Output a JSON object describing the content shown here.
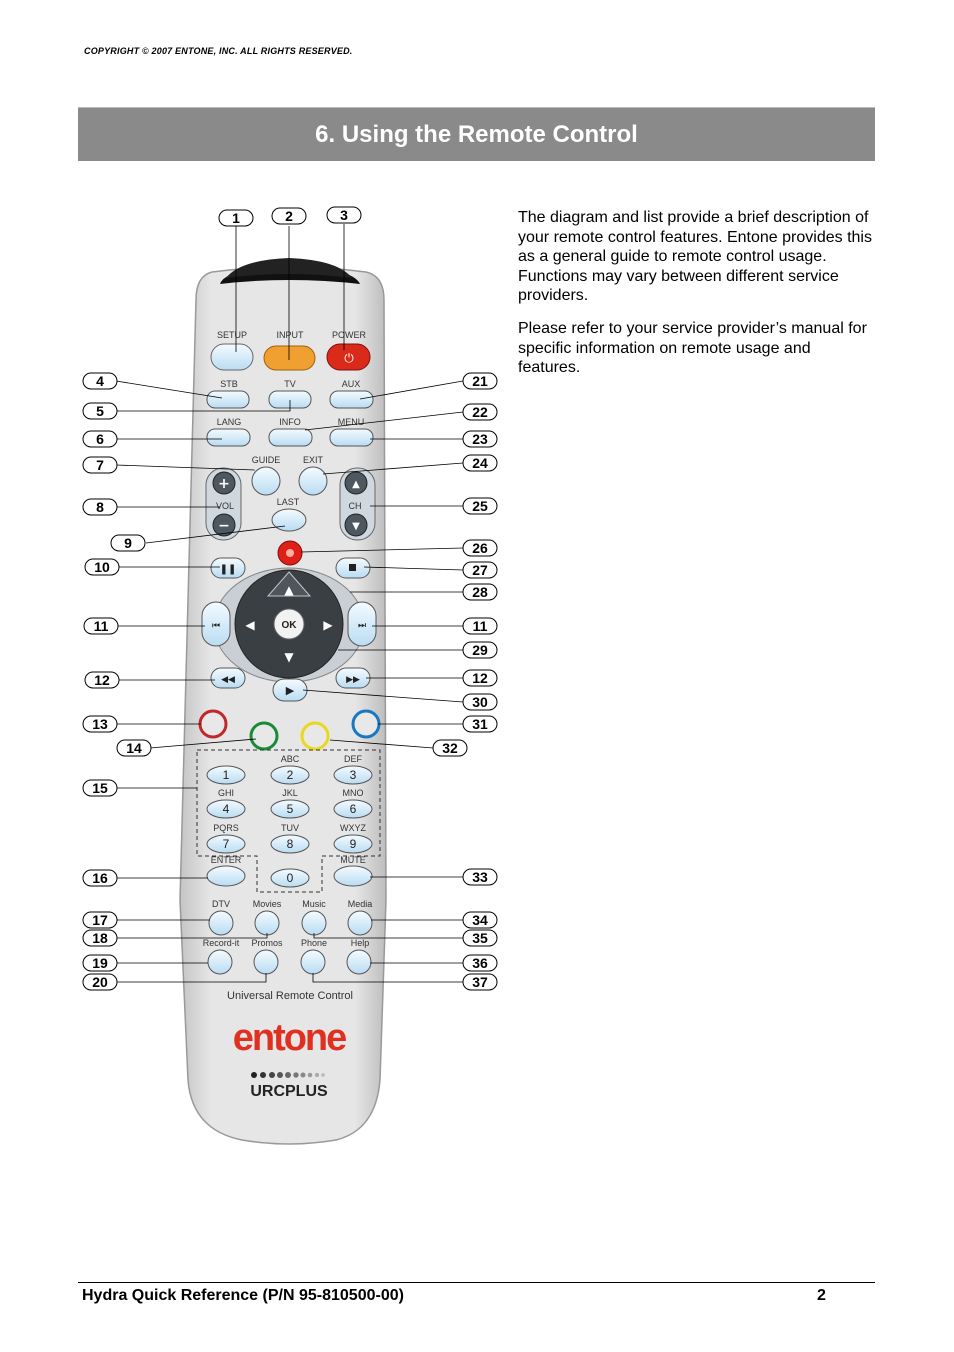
{
  "header": {
    "copyright": "COPYRIGHT © 2007 ENTONE, INC. ALL RIGHTS RESERVED."
  },
  "section": {
    "title": "6. Using the Remote Control"
  },
  "intro": {
    "paragraph1": "The diagram and list provide a brief description of your remote control features. Entone provides this as a general guide to remote control usage. Functions may vary between different service providers.",
    "paragraph2": "Please refer to your service provider’s manual for specific information on remote usage and features."
  },
  "remote": {
    "button_labels": {
      "setup": "SETUP",
      "input": "INPUT",
      "power": "POWER",
      "stb": "STB",
      "tv": "TV",
      "aux": "AUX",
      "lang": "LANG",
      "info": "INFO",
      "menu": "MENU",
      "guide": "GUIDE",
      "exit": "EXIT",
      "vol": "VOL",
      "ch": "CH",
      "last": "LAST",
      "ok": "OK",
      "enter": "ENTER",
      "mute": "MUTE",
      "dtv": "DTV",
      "movies": "Movies",
      "music": "Music",
      "media": "Media",
      "record_it": "Record-it",
      "promos": "Promos",
      "phone": "Phone",
      "help": "Help"
    },
    "keypad": [
      {
        "digit": "1",
        "letters": ""
      },
      {
        "digit": "2",
        "letters": "ABC"
      },
      {
        "digit": "3",
        "letters": "DEF"
      },
      {
        "digit": "4",
        "letters": "GHI"
      },
      {
        "digit": "5",
        "letters": "JKL"
      },
      {
        "digit": "6",
        "letters": "MNO"
      },
      {
        "digit": "7",
        "letters": "PQRS"
      },
      {
        "digit": "8",
        "letters": "TUV"
      },
      {
        "digit": "9",
        "letters": "WXYZ"
      },
      {
        "digit": "0",
        "letters": ""
      }
    ],
    "caption": "Universal Remote Control",
    "brand": "entone",
    "model_logo": "URCPLUS",
    "colors": {
      "body": "#dcdcdc",
      "button": "#cfe8f7",
      "power": "#d92a1a",
      "input": "#f0a030",
      "red": "#c0282a",
      "green": "#1a8a3a",
      "yellow": "#e8d820",
      "blue": "#1a78c0",
      "brand_red": "#e03020"
    }
  },
  "callouts": {
    "top": [
      "1",
      "2",
      "3"
    ],
    "left": [
      "4",
      "5",
      "6",
      "7",
      "8",
      "9",
      "10",
      "11",
      "12",
      "13",
      "14",
      "15",
      "16",
      "17",
      "18",
      "19",
      "20"
    ],
    "right": [
      "21",
      "22",
      "23",
      "24",
      "25",
      "26",
      "27",
      "28",
      "11",
      "29",
      "12",
      "30",
      "31",
      "32",
      "33",
      "34",
      "35",
      "36",
      "37"
    ]
  },
  "footer": {
    "doc_title": "Hydra Quick Reference (P/N 95-810500-00)",
    "page": "2"
  }
}
